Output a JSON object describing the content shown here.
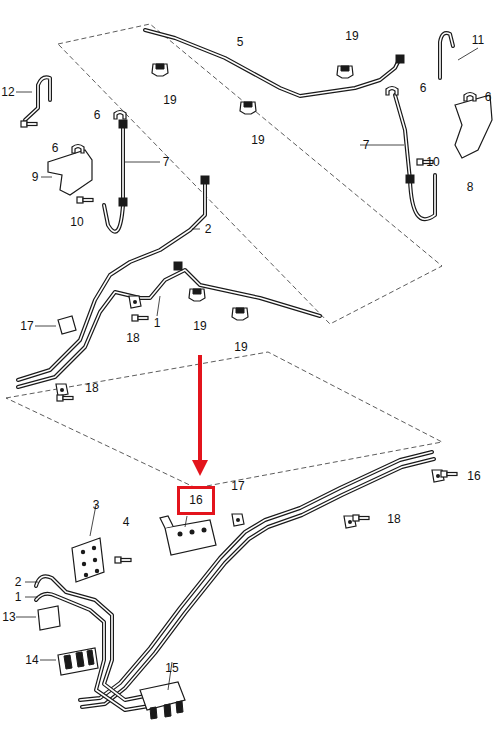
{
  "diagram": {
    "nodes": [
      {
        "text": [
          "16"
        ]
      }
    ],
    "labels": [
      "5",
      "19",
      "11",
      "12",
      "19",
      "6",
      "6",
      "6",
      "19",
      "6",
      "7",
      "7",
      "9",
      "10",
      "10",
      "8",
      "2",
      "17",
      "1",
      "18",
      "19",
      "19",
      "18",
      "16",
      "17",
      "3",
      "4",
      "18",
      "2",
      "1",
      "13",
      "14",
      "15"
    ]
  }
}
